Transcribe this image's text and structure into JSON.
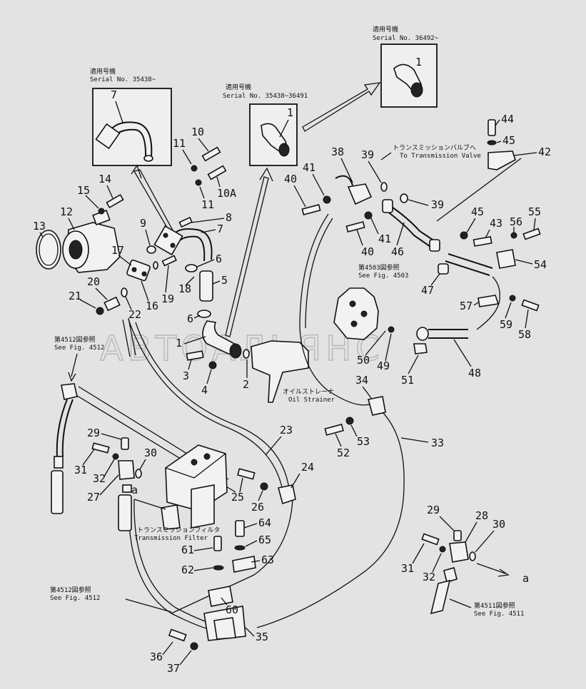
{
  "watermark": "АВТОАЛЬЯНС",
  "serials": {
    "a": {
      "jp": "適用号機",
      "text": "Serial No. 35438~"
    },
    "b": {
      "jp": "適用号機",
      "text": "Serial No. 35438~36491"
    },
    "c": {
      "jp": "適用号機",
      "text": "Serial No. 36492~"
    }
  },
  "callouts": {
    "to_valve_jp": "トランスミッションバルブへ",
    "to_valve": "To Transmission Valve",
    "fig4503_jp": "第4503図参照",
    "fig4503": "See Fig. 4503",
    "fig4512a_jp": "第4512図参照",
    "fig4512a": "See Fig. 4512",
    "strainer_jp": "オイルストレーナ",
    "strainer": "Oil Strainer",
    "filter_jp": "トランスミッションフィルタ",
    "filter": "Transmission Filter",
    "fig4512b_jp": "第4512図参照",
    "fig4512b": "See Fig. 4512",
    "fig4511_jp": "第4511図参照",
    "fig4511": "See Fig. 4511",
    "ref_a1": "a",
    "ref_a2": "a"
  },
  "labels": {
    "n1a": "1",
    "n1b": "1",
    "n7a": "7",
    "n44": "44",
    "n45a": "45",
    "n42": "42",
    "n10": "10",
    "n11a": "11",
    "n14": "14",
    "n15": "15",
    "n12": "12",
    "n13": "13",
    "n9": "9",
    "n8": "8",
    "n7": "7",
    "n11b": "11",
    "n10A": "10A",
    "n38": "38",
    "n39a": "39",
    "n41a": "41",
    "n40a": "40",
    "n39b": "39",
    "n45b": "45",
    "n55": "55",
    "n56": "56",
    "n43": "43",
    "n41b": "41",
    "n40b": "40",
    "n46": "46",
    "n54": "54",
    "n47": "47",
    "n17": "17",
    "n6a": "6",
    "n5": "5",
    "n18": "18",
    "n19": "19",
    "n16": "16",
    "n20": "20",
    "n21": "21",
    "n22": "22",
    "n6b": "6",
    "n1c": "1",
    "n57": "57",
    "n59": "59",
    "n58": "58",
    "n50": "50",
    "n49": "49",
    "n48": "48",
    "n51": "51",
    "n3": "3",
    "n4": "4",
    "n2": "2",
    "n34": "34",
    "n23": "23",
    "n29a": "29",
    "n31a": "31",
    "n30a": "30",
    "n32a": "32",
    "n27": "27",
    "n24": "24",
    "n25": "25",
    "n26": "26",
    "n53": "53",
    "n52": "52",
    "n33": "33",
    "n64": "64",
    "n65": "65",
    "n61": "61",
    "n62": "62",
    "n63": "63",
    "n60": "60",
    "n35": "35",
    "n36": "36",
    "n37": "37",
    "n29b": "29",
    "n28": "28",
    "n30b": "30",
    "n31b": "31",
    "n32b": "32"
  }
}
